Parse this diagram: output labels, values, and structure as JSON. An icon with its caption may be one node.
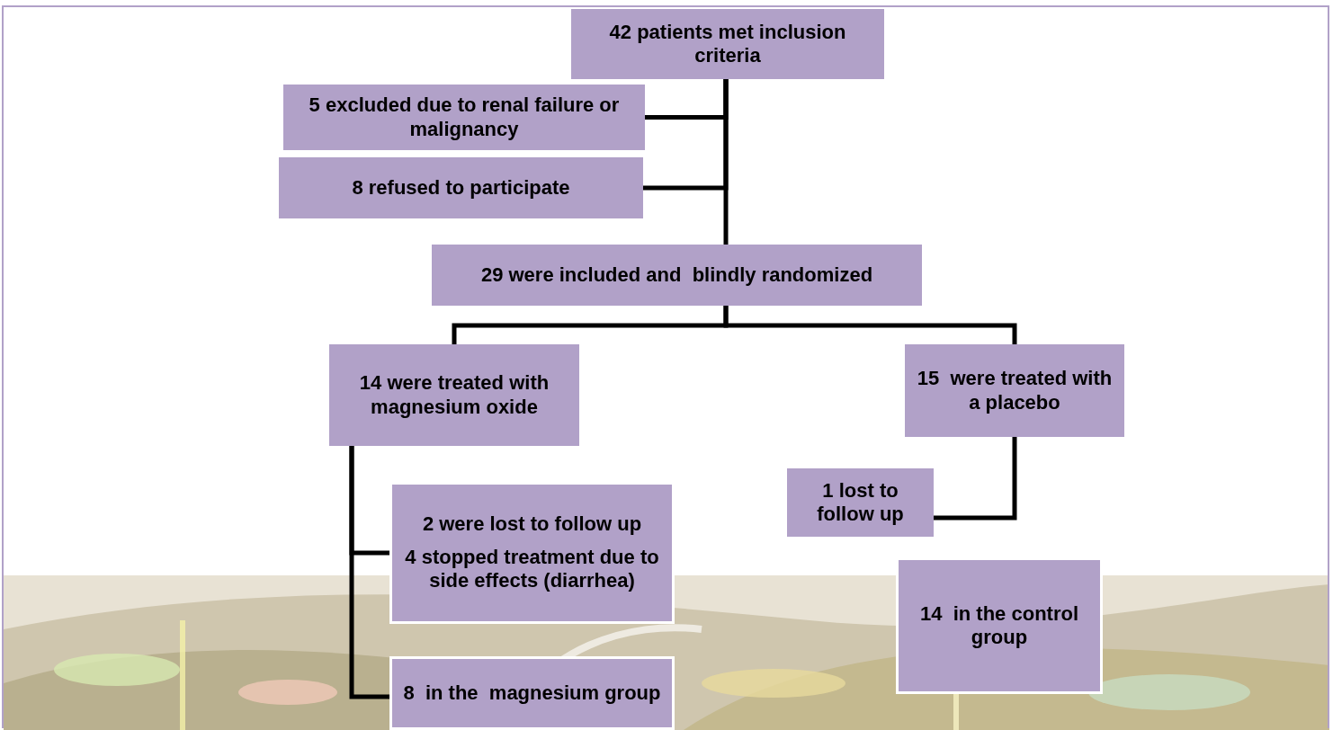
{
  "diagram": {
    "nodes": [
      {
        "text": [
          "42 patients met inclusion criteria"
        ]
      },
      {
        "text": [
          "5 excluded due to renal failure or malignancy"
        ]
      },
      {
        "text": [
          "8 refused to participate"
        ]
      },
      {
        "text": [
          "29 were included and  blindly randomized"
        ]
      },
      {
        "text": [
          "14 were treated with magnesium oxide"
        ]
      },
      {
        "text": [
          "15  were treated with a placebo"
        ]
      },
      {
        "text": [
          "1 lost to follow up"
        ]
      },
      {
        "text": [
          "2 were lost to follow up",
          "4 stopped treatment due to side effects (diarrhea)"
        ]
      },
      {
        "text": [
          "8  in the  magnesium group"
        ]
      },
      {
        "text": [
          "14  in the control group"
        ]
      }
    ],
    "edges": [
      {
        "from": 0,
        "to": 1,
        "arrow": "none"
      },
      {
        "from": 0,
        "to": 2,
        "arrow": "none"
      },
      {
        "from": 0,
        "to": 3,
        "arrow": "none"
      },
      {
        "from": 3,
        "to": 4,
        "arrow": "none"
      },
      {
        "from": 3,
        "to": 5,
        "arrow": "none"
      },
      {
        "from": 4,
        "to": 7,
        "arrow": "none"
      },
      {
        "from": 4,
        "to": 8,
        "arrow": "none"
      },
      {
        "from": 5,
        "to": 6,
        "arrow": "none"
      }
    ]
  }
}
